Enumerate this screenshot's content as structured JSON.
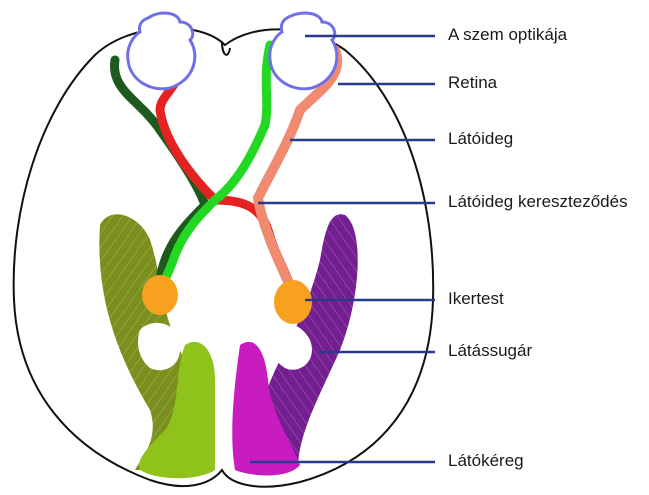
{
  "labels": {
    "optics": "A szem optikája",
    "retina": "Retina",
    "optic_nerve": "Látóideg",
    "chiasm": "Látóideg kereszteződés",
    "lgn": "Ikertest",
    "radiation": "Látássugár",
    "cortex": "Látókéreg"
  },
  "colors": {
    "eye_outline": "#6f6fe8",
    "left_dark_green": "#1e5a1e",
    "left_red": "#e52222",
    "right_green": "#22d822",
    "right_salmon": "#f08a70",
    "lgn_orange": "#f7a11f",
    "left_hemisphere": "#7a8f1e",
    "left_cortex_light": "#8fc21a",
    "right_hemisphere": "#741f8f",
    "right_cortex_magenta": "#c81cc0",
    "pointer_lines": "#2a3a8a"
  }
}
